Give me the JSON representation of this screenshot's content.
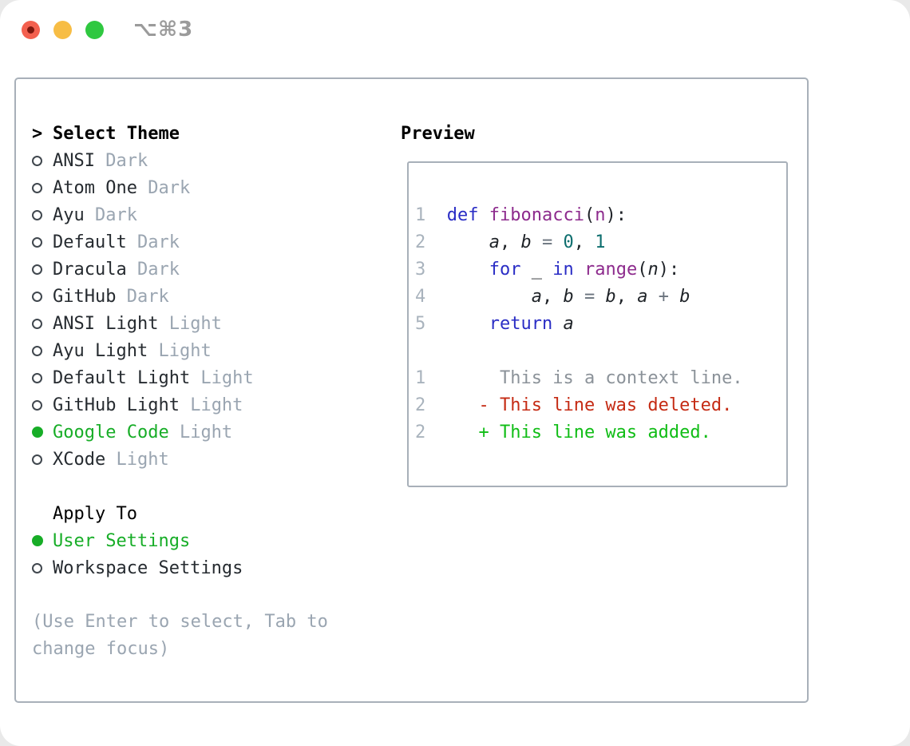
{
  "window": {
    "title": "⌥⌘3",
    "traffic_lights": [
      "close",
      "minimize",
      "zoom"
    ]
  },
  "selector": {
    "prompt": ">",
    "title": "Select Theme",
    "themes": [
      {
        "name": "ANSI",
        "variant": "Dark",
        "selected": false
      },
      {
        "name": "Atom One",
        "variant": "Dark",
        "selected": false
      },
      {
        "name": "Ayu",
        "variant": "Dark",
        "selected": false
      },
      {
        "name": "Default",
        "variant": "Dark",
        "selected": false
      },
      {
        "name": "Dracula",
        "variant": "Dark",
        "selected": false
      },
      {
        "name": "GitHub",
        "variant": "Dark",
        "selected": false
      },
      {
        "name": "ANSI Light",
        "variant": "Light",
        "selected": false
      },
      {
        "name": "Ayu Light",
        "variant": "Light",
        "selected": false
      },
      {
        "name": "Default Light",
        "variant": "Light",
        "selected": false
      },
      {
        "name": "GitHub Light",
        "variant": "Light",
        "selected": false
      },
      {
        "name": "Google Code",
        "variant": "Light",
        "selected": true
      },
      {
        "name": "XCode",
        "variant": "Light",
        "selected": false
      }
    ],
    "apply_to": {
      "title": "Apply To",
      "options": [
        {
          "label": "User Settings",
          "selected": true
        },
        {
          "label": "Workspace Settings",
          "selected": false
        }
      ]
    },
    "hint": "(Use Enter to select, Tab to change focus)"
  },
  "preview": {
    "title": "Preview",
    "code_lines": [
      {
        "num": "1",
        "tokens": [
          {
            "t": "kwd",
            "s": "def"
          },
          {
            "t": "pln",
            "s": " "
          },
          {
            "t": "typ",
            "s": "fibonacci"
          },
          {
            "t": "pun",
            "s": "("
          },
          {
            "t": "typ",
            "s": "n"
          },
          {
            "t": "pun",
            "s": "):"
          }
        ]
      },
      {
        "num": "2",
        "tokens": [
          {
            "t": "pln",
            "s": "    "
          },
          {
            "t": "var",
            "s": "a"
          },
          {
            "t": "pun",
            "s": ", "
          },
          {
            "t": "var",
            "s": "b"
          },
          {
            "t": "pln",
            "s": " "
          },
          {
            "t": "op",
            "s": "="
          },
          {
            "t": "pln",
            "s": " "
          },
          {
            "t": "lit",
            "s": "0"
          },
          {
            "t": "pun",
            "s": ", "
          },
          {
            "t": "lit",
            "s": "1"
          }
        ]
      },
      {
        "num": "3",
        "tokens": [
          {
            "t": "pln",
            "s": "    "
          },
          {
            "t": "kwd",
            "s": "for"
          },
          {
            "t": "pln",
            "s": " "
          },
          {
            "t": "var",
            "s": "_"
          },
          {
            "t": "pln",
            "s": " "
          },
          {
            "t": "kwd",
            "s": "in"
          },
          {
            "t": "pln",
            "s": " "
          },
          {
            "t": "typ",
            "s": "range"
          },
          {
            "t": "pun",
            "s": "("
          },
          {
            "t": "var",
            "s": "n"
          },
          {
            "t": "pun",
            "s": "):"
          }
        ]
      },
      {
        "num": "4",
        "tokens": [
          {
            "t": "pln",
            "s": "        "
          },
          {
            "t": "var",
            "s": "a"
          },
          {
            "t": "pun",
            "s": ", "
          },
          {
            "t": "var",
            "s": "b"
          },
          {
            "t": "pln",
            "s": " "
          },
          {
            "t": "op",
            "s": "="
          },
          {
            "t": "pln",
            "s": " "
          },
          {
            "t": "var",
            "s": "b"
          },
          {
            "t": "pun",
            "s": ", "
          },
          {
            "t": "var",
            "s": "a"
          },
          {
            "t": "pln",
            "s": " "
          },
          {
            "t": "op",
            "s": "+"
          },
          {
            "t": "pln",
            "s": " "
          },
          {
            "t": "var",
            "s": "b"
          }
        ]
      },
      {
        "num": "5",
        "tokens": [
          {
            "t": "pln",
            "s": "    "
          },
          {
            "t": "kwd",
            "s": "return"
          },
          {
            "t": "pln",
            "s": " "
          },
          {
            "t": "var",
            "s": "a"
          }
        ]
      }
    ],
    "diff_lines": [
      {
        "num": "1",
        "marker": " ",
        "text": "This is a context line.",
        "kind": "context"
      },
      {
        "num": "2",
        "marker": "-",
        "text": "This line was deleted.",
        "kind": "deleted"
      },
      {
        "num": "2",
        "marker": "+",
        "text": "This line was added.",
        "kind": "added"
      }
    ]
  },
  "colors": {
    "accent_green": "#17ad27",
    "diff_added": "#10bd16",
    "diff_deleted": "#c52b14",
    "diff_context": "#8b9299",
    "syntax_keyword": "#2a2dc5",
    "syntax_type": "#8d2b8d",
    "syntax_literal": "#0d6e6e",
    "muted_gray": "#9aa5b1",
    "border_gray": "#a8b0b9",
    "line_number_gray": "#a9b3bd"
  }
}
